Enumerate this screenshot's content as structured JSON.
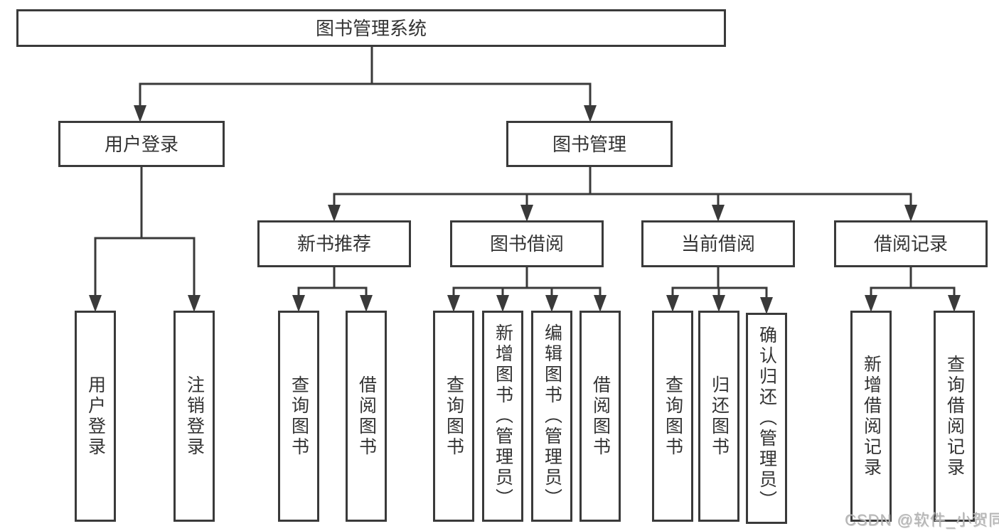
{
  "tree": {
    "label": "图书管理系统",
    "children": [
      {
        "label": "用户登录",
        "children": [
          {
            "label": "用户登录"
          },
          {
            "label": "注销登录"
          }
        ]
      },
      {
        "label": "图书管理",
        "children": [
          {
            "label": "新书推荐",
            "children": [
              {
                "label": "查询图书"
              },
              {
                "label": "借阅图书"
              }
            ]
          },
          {
            "label": "图书借阅",
            "children": [
              {
                "label": "查询图书"
              },
              {
                "label": "新增图书（管理员）"
              },
              {
                "label": "编辑图书（管理员）"
              },
              {
                "label": "借阅图书"
              }
            ]
          },
          {
            "label": "当前借阅",
            "children": [
              {
                "label": "查询图书"
              },
              {
                "label": "归还图书"
              },
              {
                "label": "确认归还（管理员）"
              }
            ]
          },
          {
            "label": "借阅记录",
            "children": [
              {
                "label": "新增借阅记录"
              },
              {
                "label": "查询借阅记录"
              }
            ]
          }
        ]
      }
    ]
  },
  "watermark": "CSDN @软件_小贺同学",
  "colors": {
    "line": "#3a3a3a",
    "text": "#333333",
    "background": "#ffffff",
    "watermark": "#b5b5b5"
  }
}
